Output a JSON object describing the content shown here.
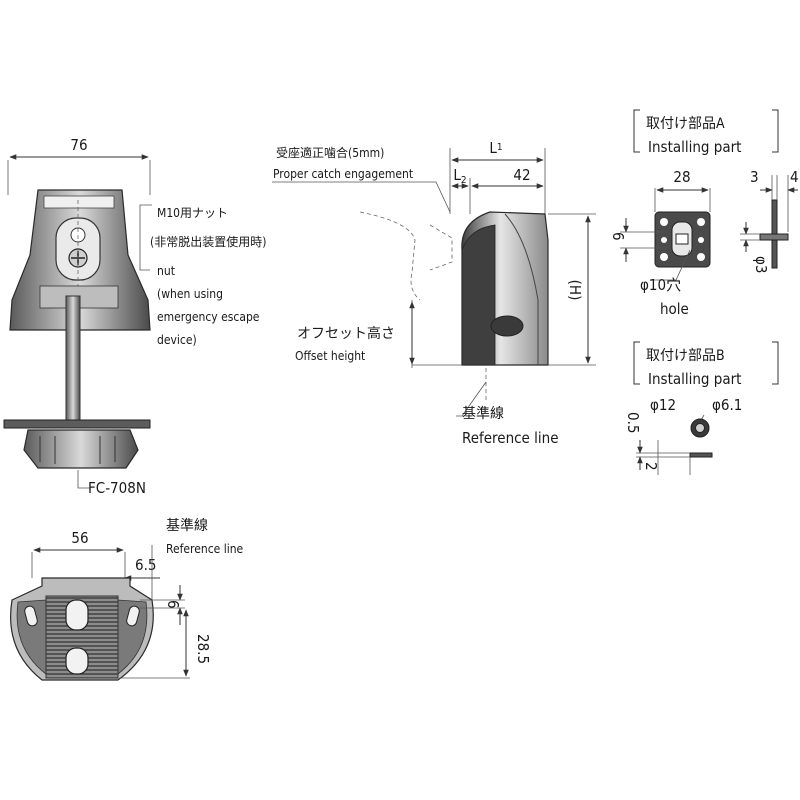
{
  "dimensions": {
    "front_width": "76",
    "bottom_width": "56",
    "bottom_6_5": "6.5",
    "bottom_6": "6",
    "bottom_28_5": "28.5",
    "side_L1": "L",
    "side_L1_sub": "1",
    "side_L2": "L",
    "side_L2_sub": "2",
    "side_42": "42",
    "side_H": "(H)",
    "partA_28": "28",
    "partA_3": "3",
    "partA_4": "4",
    "partA_6": "6",
    "partA_phi3": "φ3",
    "partA_phi10": "φ10穴",
    "partA_hole": "hole",
    "partB_phi12": "φ12",
    "partB_phi6_1": "φ6.1",
    "partB_0_5": "0.5",
    "partB_2": "2"
  },
  "labels": {
    "nut_jp": "M10用ナット",
    "nut_jp_sub": "(非常脱出装置使用時)",
    "nut_en_1": "nut",
    "nut_en_2": "(when using",
    "nut_en_3": "emergency escape",
    "nut_en_4": "device)",
    "model": "FC-708N",
    "catch_jp": "受座適正噛合(5mm)",
    "catch_en": "Proper catch engagement",
    "offset_jp": "オフセット高さ",
    "offset_en": "Offset height",
    "reference_jp": "基準線",
    "reference_en": "Reference line",
    "reference_bottom_jp": "基準線",
    "reference_bottom_en": "Reference line",
    "partA_jp": "取付け部品A",
    "partA_en": "Installing part",
    "partB_jp": "取付け部品B",
    "partB_en": "Installing part"
  }
}
